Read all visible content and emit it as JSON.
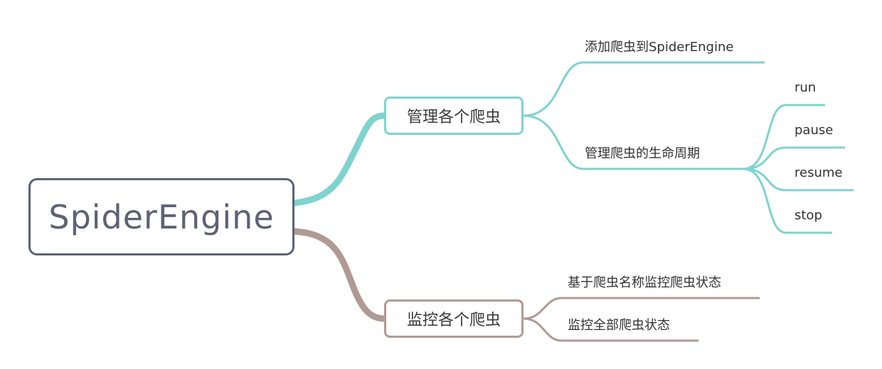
{
  "root": {
    "label": "SpiderEngine"
  },
  "branches": [
    {
      "label": "管理各个爬虫",
      "color": "#7fd3cf",
      "children": [
        {
          "label": "添加爬虫到SpiderEngine"
        },
        {
          "label": "管理爬虫的生命周期",
          "children": [
            {
              "label": "run"
            },
            {
              "label": "pause"
            },
            {
              "label": "resume"
            },
            {
              "label": "stop"
            }
          ]
        }
      ]
    },
    {
      "label": "监控各个爬虫",
      "color": "#b09a94",
      "children": [
        {
          "label": "基于爬虫名称监控爬虫状态"
        },
        {
          "label": "监控全部爬虫状态"
        }
      ]
    }
  ],
  "colors": {
    "root_border": "#5f6275",
    "teal": "#7fd3cf",
    "brown": "#b09a94"
  }
}
